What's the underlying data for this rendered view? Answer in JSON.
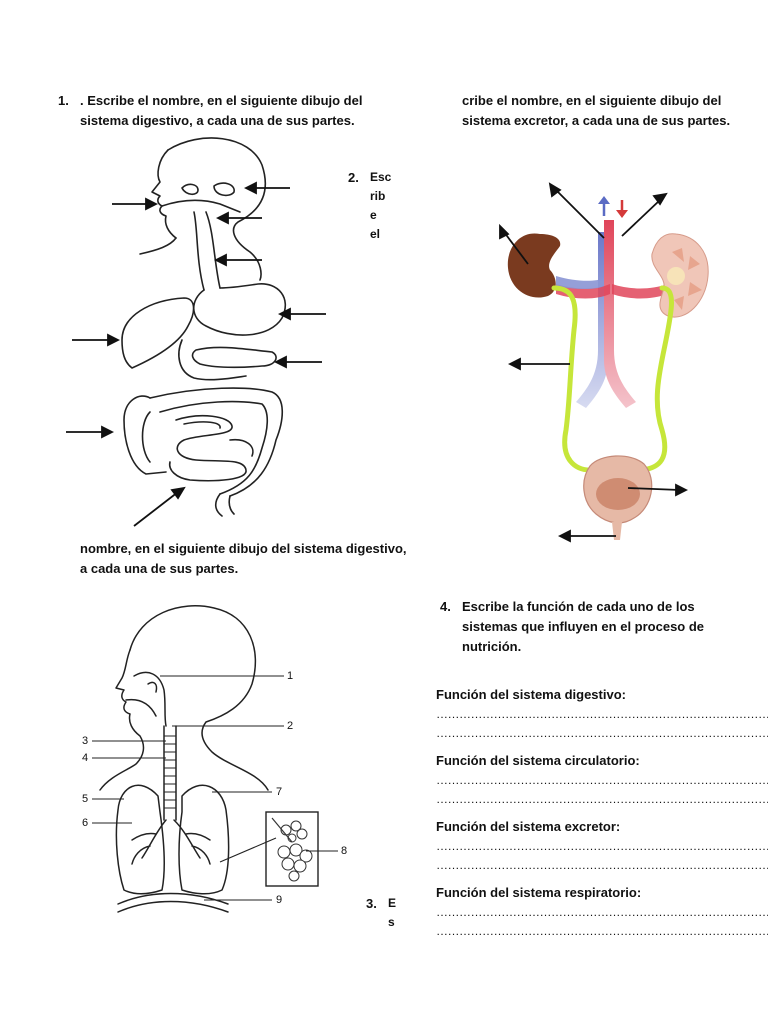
{
  "q1": {
    "number": "1.",
    "line1": ". Escribe el nombre, en el siguiente dibujo del",
    "line2": "sistema digestivo, a cada una de sus partes."
  },
  "q_excretor": {
    "line1": "cribe el nombre, en el siguiente dibujo del",
    "line2": "sistema excretor, a cada una de sus partes."
  },
  "q2": {
    "number": "2.",
    "fragments": [
      "Esc",
      "rib",
      "e",
      "el"
    ]
  },
  "q_resp": {
    "line1": "nombre, en el siguiente dibujo del sistema digestivo,",
    "line2": "a cada una de sus partes."
  },
  "q3": {
    "number": "3.",
    "fragments": [
      "E",
      "s"
    ]
  },
  "q4": {
    "number": "4.",
    "line1": "Escribe la función de cada uno de los",
    "line2": "sistemas que influyen en el proceso de",
    "line3": "nutrición."
  },
  "functions": [
    {
      "label": "Función del sistema digestivo:",
      "dots1": "……………………………………………………………………………",
      "dots2": "…………………………………………………………………………….."
    },
    {
      "label": "Función del sistema circulatorio:",
      "dots1": "……………………………………………………………………………",
      "dots2": "……………………………………………………………………………"
    },
    {
      "label": "Función del sistema excretor:",
      "dots1": "……………………………………………………………………………",
      "dots2": "……………………………………………………………………………"
    },
    {
      "label": "Función del sistema respiratorio:",
      "dots1": "……………………………………………………………………………",
      "dots2": "…………………………………………………………………………….."
    }
  ],
  "resp_numbers": [
    "1",
    "2",
    "3",
    "4",
    "5",
    "6",
    "7",
    "8",
    "9"
  ],
  "colors": {
    "kidney_left": "#7a3a1f",
    "kidney_right": "#e9b7a8",
    "ureter": "#c6e63a",
    "artery": "#e0455a",
    "vein": "#9fa8d8",
    "bladder": "#e6b9a6"
  }
}
